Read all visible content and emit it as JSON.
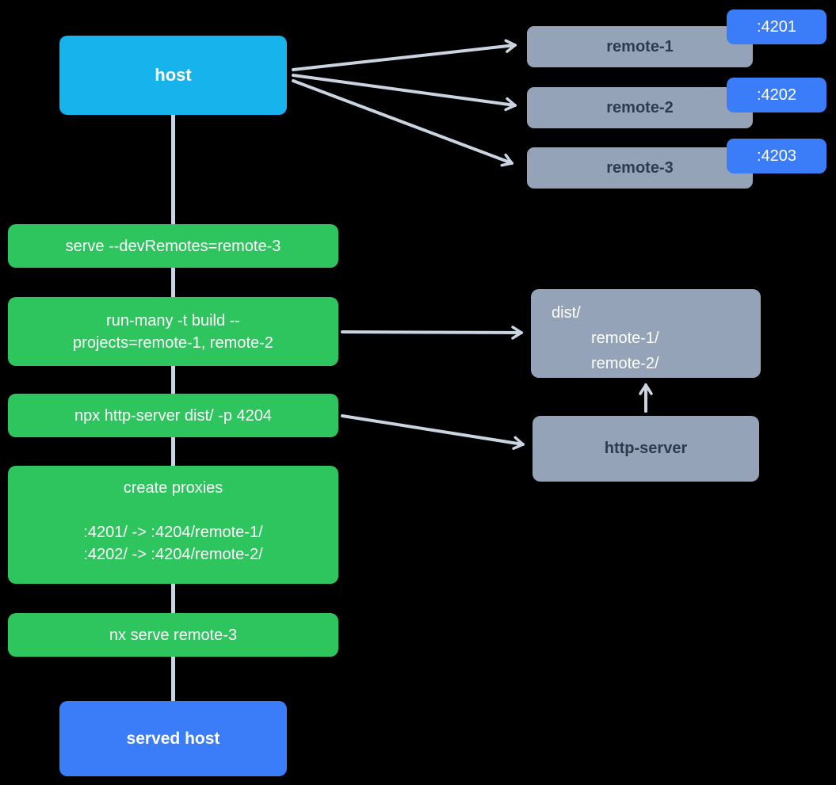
{
  "colors": {
    "background": "#000000",
    "host": "#16b3ec",
    "green": "#2ec45e",
    "gray": "#94a3b8",
    "blue": "#3b7df8",
    "arrow": "#cbd5e1",
    "text_light": "#ffffff",
    "text_dark": "#2e3b4e"
  },
  "host": {
    "label": "host"
  },
  "remotes": [
    {
      "label": "remote-1",
      "port": ":4201"
    },
    {
      "label": "remote-2",
      "port": ":4202"
    },
    {
      "label": "remote-3",
      "port": ":4203"
    }
  ],
  "steps": [
    {
      "lines": [
        "serve --devRemotes=remote-3"
      ]
    },
    {
      "lines": [
        "run-many -t build --",
        "projects=remote-1, remote-2"
      ]
    },
    {
      "lines": [
        "npx http-server dist/ -p 4204"
      ]
    },
    {
      "lines": [
        "create proxies",
        "",
        ":4201/ -> :4204/remote-1/",
        ":4202/ -> :4204/remote-2/"
      ]
    },
    {
      "lines": [
        "nx serve remote-3"
      ]
    }
  ],
  "dist": {
    "root": "dist/",
    "children": [
      "remote-1/",
      "remote-2/"
    ]
  },
  "http_server": {
    "label": "http-server"
  },
  "served_host": {
    "label": "served host"
  }
}
